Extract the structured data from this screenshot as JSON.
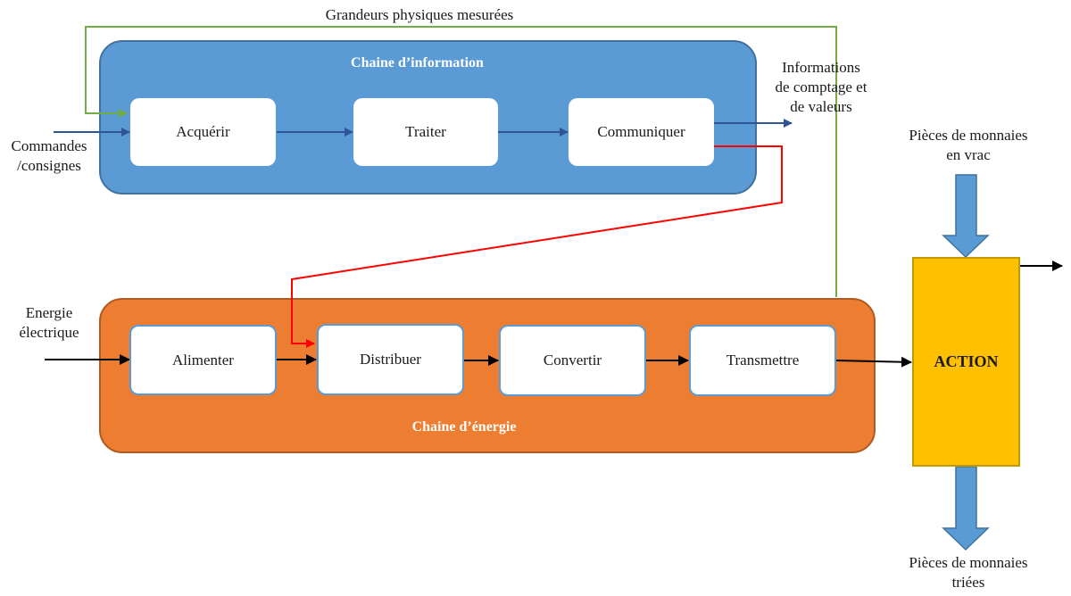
{
  "top_label": "Grandeurs physiques mesurées",
  "info_chain": {
    "title": "Chaine d’information",
    "blocks": [
      "Acquérir",
      "Traiter",
      "Communiquer"
    ]
  },
  "energy_chain": {
    "title": "Chaine d’énergie",
    "blocks": [
      "Alimenter",
      "Distribuer",
      "Convertir",
      "Transmettre"
    ]
  },
  "inputs": {
    "commands": "Commandes\n/consignes",
    "energy": "Energie\nélectrique"
  },
  "outputs": {
    "info": "Informations\nde comptage et\nde valeurs"
  },
  "action": {
    "label": "ACTION",
    "input": "Pièces de monnaies\nen vrac",
    "output": "Pièces de monnaies\ntriées"
  },
  "colors": {
    "info_panel": "#5b9bd5",
    "energy_panel": "#ed7d31",
    "action": "#ffc000",
    "feedback_line": "#70ad47",
    "order_line": "#ff0000",
    "info_arrow": "#2f5597"
  }
}
